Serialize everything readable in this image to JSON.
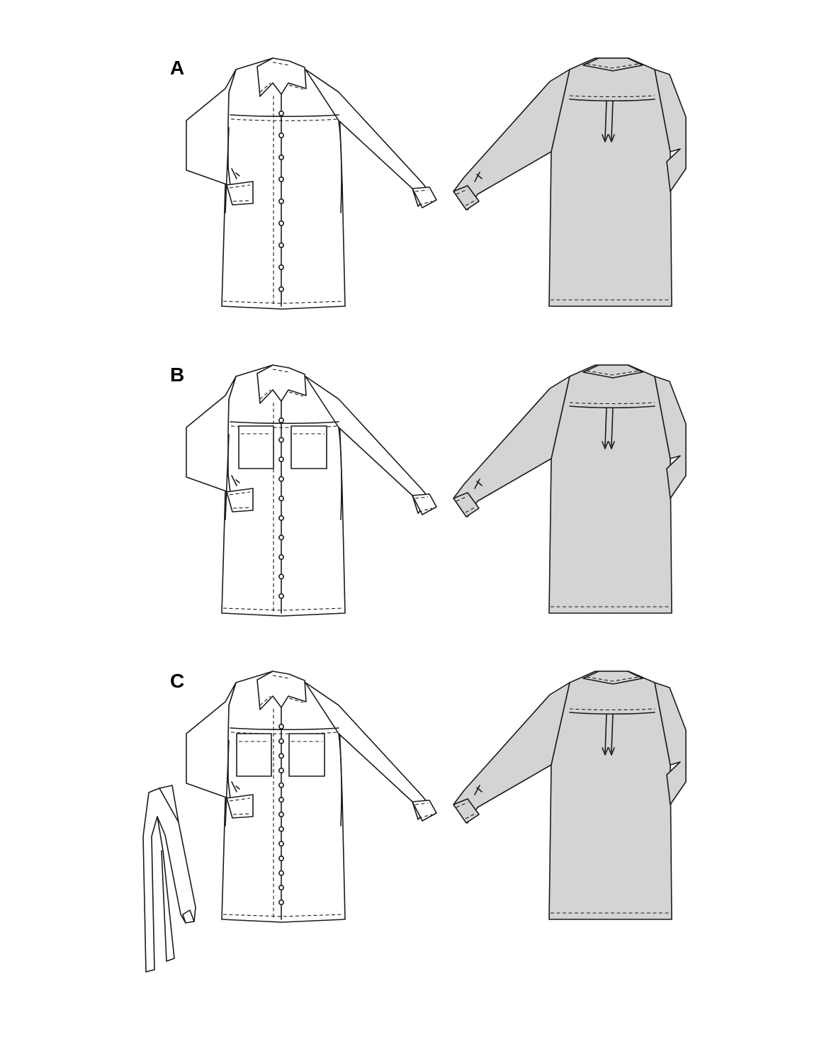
{
  "colors": {
    "line": "#1a1a1a",
    "back_fill": "#d4d4d4",
    "front_fill": "#ffffff",
    "background": "#ffffff"
  },
  "views": [
    {
      "id": "A",
      "label": "A",
      "pockets": false,
      "belt": false,
      "buttons": 9
    },
    {
      "id": "B",
      "label": "B",
      "pockets": true,
      "belt": false,
      "buttons": 10
    },
    {
      "id": "C",
      "label": "C",
      "pockets": true,
      "belt": true,
      "buttons": 13
    }
  ]
}
